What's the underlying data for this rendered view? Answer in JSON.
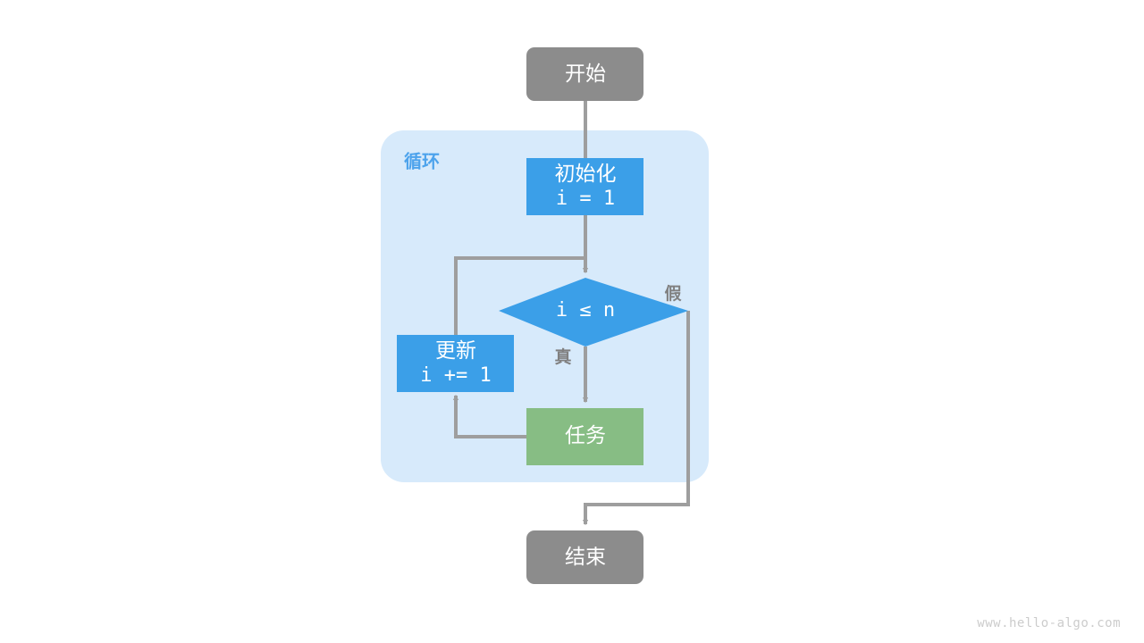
{
  "diagram": {
    "title_watermark": "www.hello-algo.com",
    "colors": {
      "terminal": "#8c8c8c",
      "process_blue": "#3b9fe8",
      "decision_blue": "#3b9fe8",
      "task_green": "#87bd84",
      "group_fill": "#d7eafb",
      "group_label": "#4da3ec",
      "connector": "#9e9e9e",
      "edge_label": "#808080",
      "node_text": "#ffffff",
      "watermark": "#cccccc",
      "background": "#ffffff"
    },
    "group": {
      "label": "循环"
    },
    "nodes": {
      "start": {
        "label": "开始",
        "shape": "rounded-rect"
      },
      "init": {
        "line1": "初始化",
        "line2": "i = 1",
        "shape": "rect"
      },
      "condition": {
        "label": "i ≤ n",
        "shape": "diamond"
      },
      "update": {
        "line1": "更新",
        "line2": "i += 1",
        "shape": "rect"
      },
      "task": {
        "label": "任务",
        "shape": "rect"
      },
      "end": {
        "label": "结束",
        "shape": "rounded-rect"
      }
    },
    "edge_labels": {
      "true": "真",
      "false": "假"
    }
  }
}
